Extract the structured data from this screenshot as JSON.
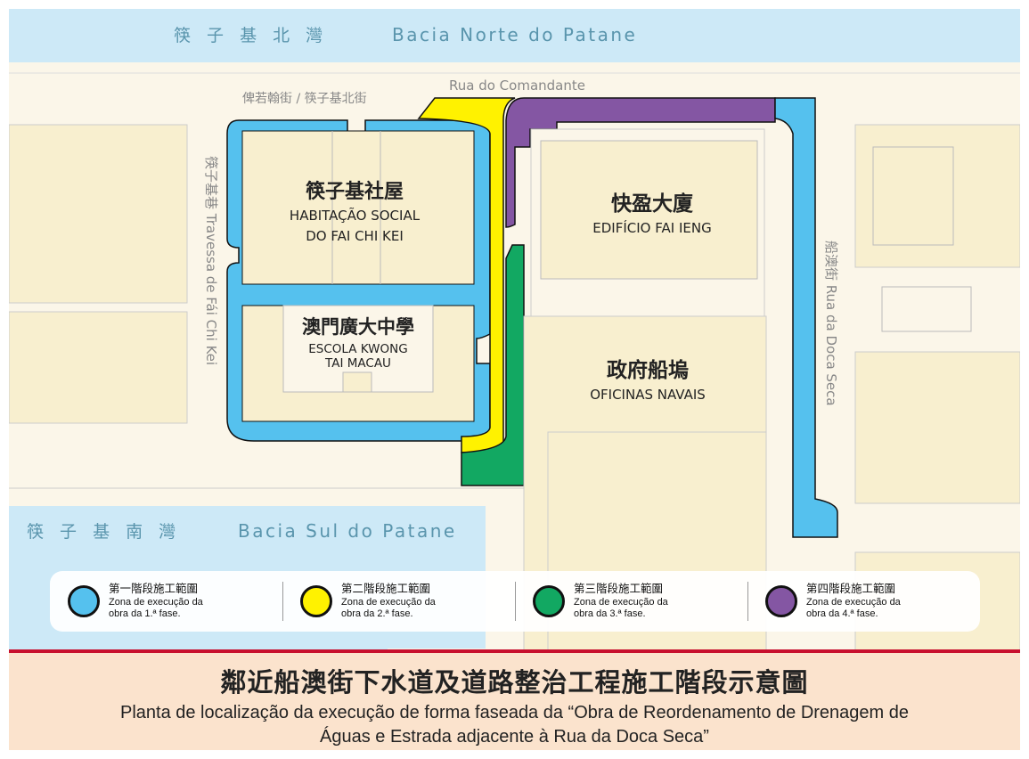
{
  "map": {
    "water_north": {
      "zh": "筷 子 基 北 灣",
      "pt": "Bacia Norte do Patane"
    },
    "water_south": {
      "zh": "筷 子 基 南 灣",
      "pt": "Bacia Sul do Patane"
    },
    "streets": {
      "rua_comandante": "Rua do Comandante",
      "north_street_zh": "俾若翰街 / 筷子基北街",
      "travessa": "筷子基巷 Travessa de Fái Chi Kei",
      "doca_seca": "船澳街 Rua da Doca Seca"
    },
    "buildings": [
      {
        "zh": "筷子基社屋",
        "pt1": "HABITAÇÃO SOCIAL",
        "pt2": "DO FAI CHI KEI"
      },
      {
        "zh": "澳門廣大中學",
        "pt1": "ESCOLA KWONG",
        "pt2": "TAI MACAU"
      },
      {
        "zh": "快盈大廈",
        "pt1": "EDIFÍCIO FAI IENG",
        "pt2": ""
      },
      {
        "zh": "政府船塢",
        "pt1": "OFICINAS NAVAIS",
        "pt2": ""
      }
    ]
  },
  "legend": [
    {
      "zh": "第一階段施工範圍",
      "pt1": "Zona de execução da",
      "pt2": "obra da 1.ª fase.",
      "color": "#55c1ee"
    },
    {
      "zh": "第二階段施工範圍",
      "pt1": "Zona de execução da",
      "pt2": "obra da 2.ª fase.",
      "color": "#fff200"
    },
    {
      "zh": "第三階段施工範圍",
      "pt1": "Zona de execução da",
      "pt2": "obra da 3.ª fase.",
      "color": "#12a862"
    },
    {
      "zh": "第四階段施工範圍",
      "pt1": "Zona de execução da",
      "pt2": "obra da 4.ª fase.",
      "color": "#8456a3"
    }
  ],
  "title": {
    "zh": "鄰近船澳街下水道及道路整治工程施工階段示意圖",
    "pt1": "Planta de localização da execução de forma faseada da “Obra de Reordenamento de Drenagem de",
    "pt2": "Águas e Estrada adjacente à Rua da Doca Seca”"
  }
}
